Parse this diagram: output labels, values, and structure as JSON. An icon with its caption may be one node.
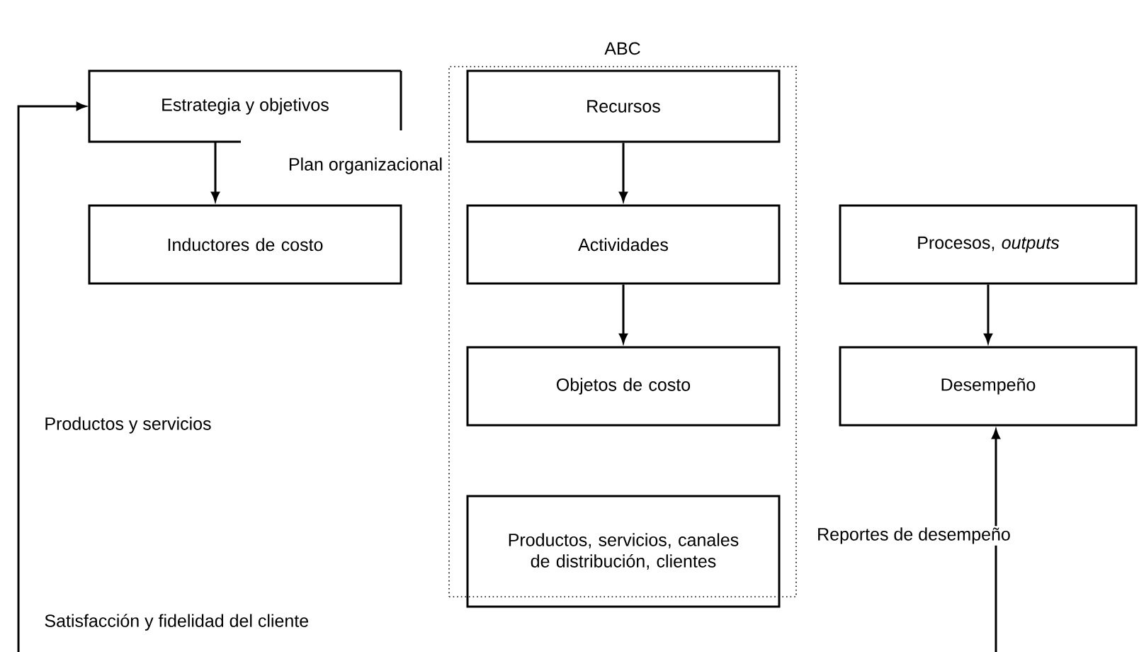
{
  "diagram": {
    "nodes": [
      {
        "text": [
          "Estrategia y objetivos"
        ]
      },
      {
        "text": [
          "Inductores de costo"
        ]
      },
      {
        "text": [
          "ABC"
        ]
      },
      {
        "text": [
          "Recursos"
        ],
        "in": 2
      },
      {
        "text": [
          "Actividades"
        ],
        "in": 2
      },
      {
        "text": [
          "Objetos de costo"
        ],
        "in": 2
      },
      {
        "text": [
          "Productos, servicios, canales de distribución, clientes"
        ],
        "in": 2
      },
      {
        "text": [
          "Procesos, *outputs*"
        ]
      },
      {
        "text": [
          "Desempeño"
        ]
      }
    ],
    "edges": [
      {
        "from": 0,
        "to": 1,
        "arrow": "to",
        "label": "Plan organizacional"
      },
      {
        "from": 3,
        "to": 4,
        "arrow": "to"
      },
      {
        "from": 4,
        "to": 5,
        "arrow": "to"
      },
      {
        "from": 7,
        "to": 8,
        "arrow": "to"
      },
      {
        "from": null,
        "to": 8,
        "arrow": "to",
        "label": "Reportes de desempeño"
      },
      {
        "from": null,
        "to": 0,
        "arrow": "to"
      }
    ],
    "labels": [
      "Productos y servicios",
      "Satisfacción y fidelidad del cliente"
    ]
  }
}
